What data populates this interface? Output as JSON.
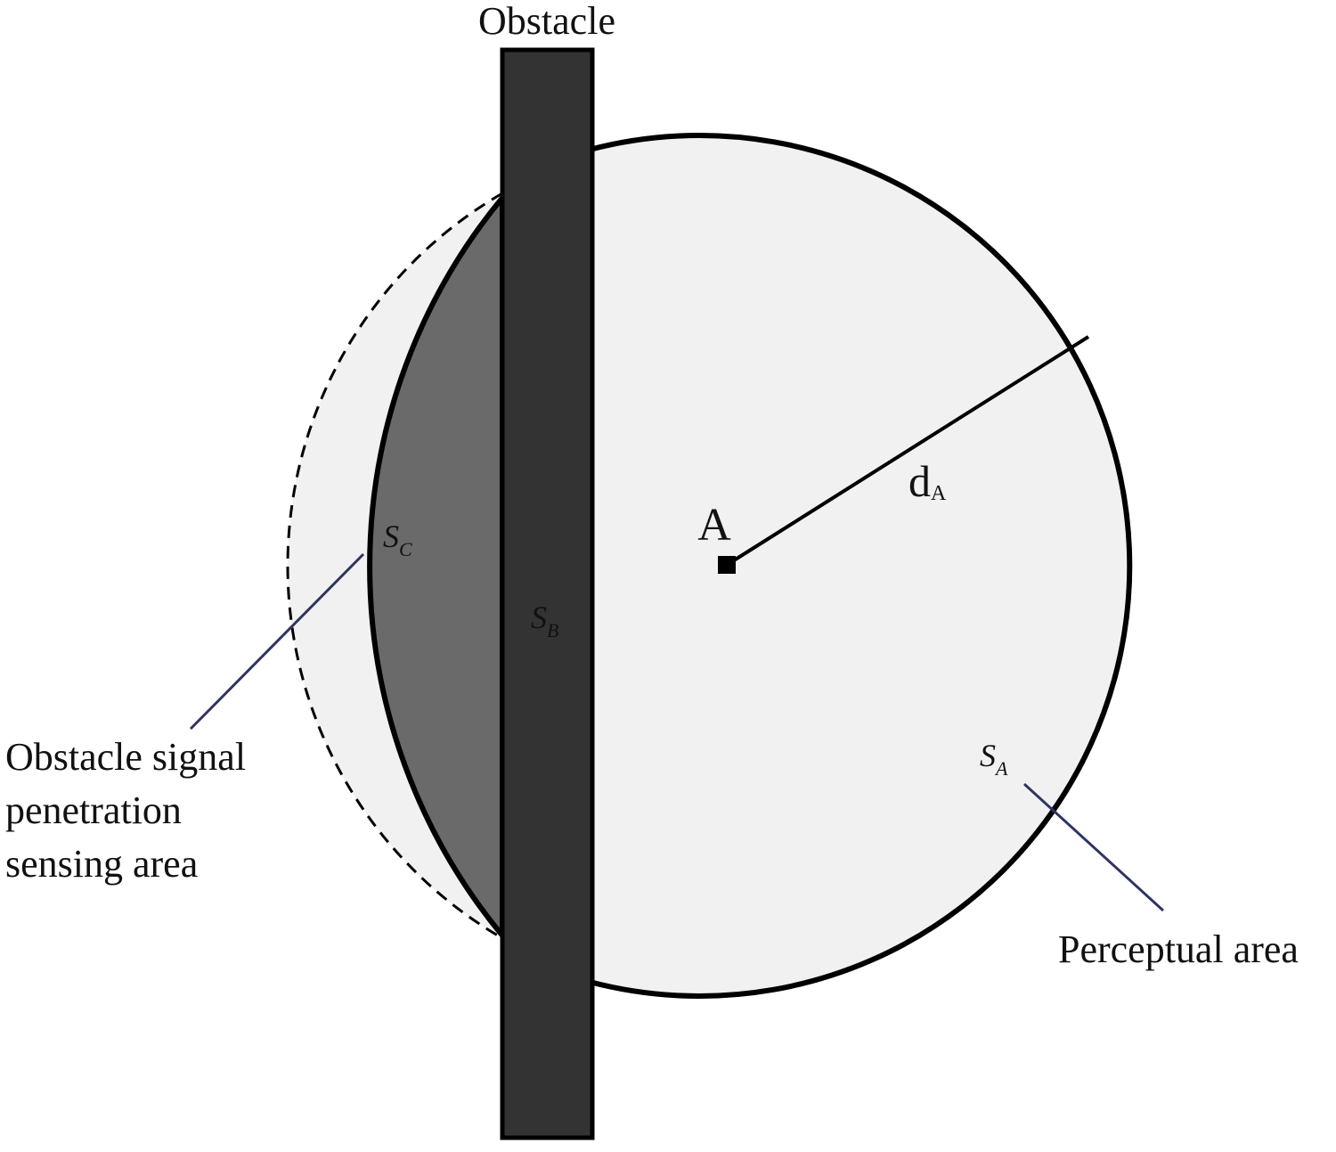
{
  "colors": {
    "perceptual_fill": "#f1f1f1",
    "obstacle_fill": "#333333",
    "penetration_fill": "#6a6a6a",
    "outline": "#000000",
    "leader_line": "#2f3560"
  },
  "labels": {
    "obstacle": "Obstacle",
    "point": "A",
    "radius_symbol": "d",
    "radius_subscript": "A",
    "s_c": "S",
    "s_c_sub": "C",
    "s_b": "S",
    "s_b_sub": "B",
    "s_a": "S",
    "s_a_sub": "A",
    "penetration_area": [
      "Obstacle signal",
      "penetration",
      "sensing area"
    ],
    "perceptual_area": "Perceptual area"
  }
}
